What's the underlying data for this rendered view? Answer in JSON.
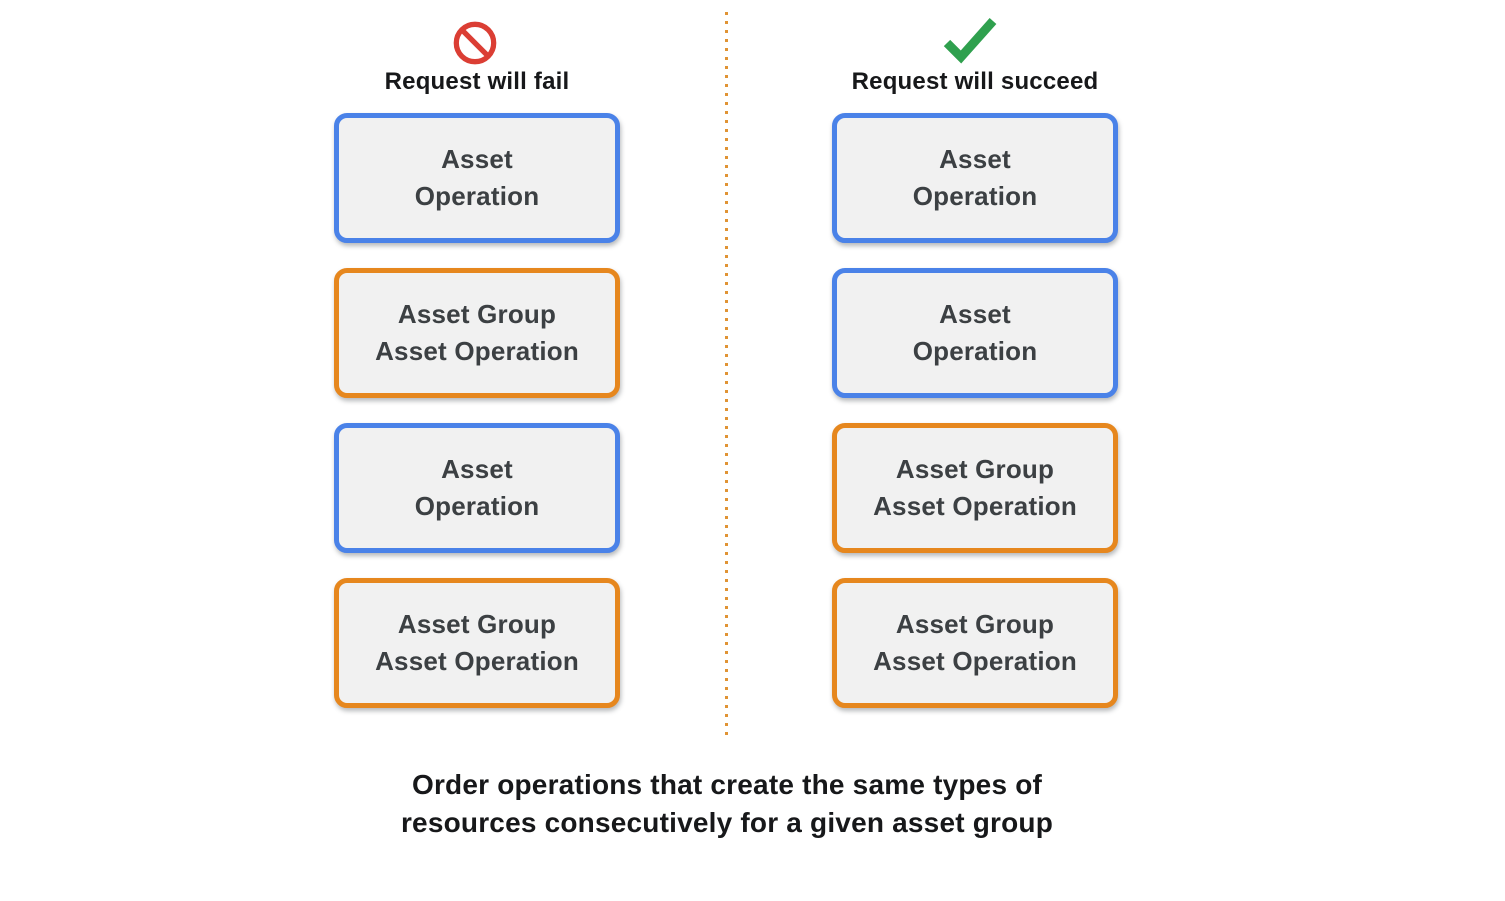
{
  "columns": [
    {
      "id": "fail",
      "icon": "prohibited-icon",
      "title": "Request will fail",
      "boxes": [
        {
          "type": "asset-operation",
          "lines": [
            "Asset",
            "Operation"
          ]
        },
        {
          "type": "asset-group-asset-operation",
          "lines": [
            "Asset Group",
            "Asset Operation"
          ]
        },
        {
          "type": "asset-operation",
          "lines": [
            "Asset",
            "Operation"
          ]
        },
        {
          "type": "asset-group-asset-operation",
          "lines": [
            "Asset Group",
            "Asset Operation"
          ]
        }
      ]
    },
    {
      "id": "succeed",
      "icon": "checkmark-icon",
      "title": "Request will succeed",
      "boxes": [
        {
          "type": "asset-operation",
          "lines": [
            "Asset",
            "Operation"
          ]
        },
        {
          "type": "asset-operation",
          "lines": [
            "Asset",
            "Operation"
          ]
        },
        {
          "type": "asset-group-asset-operation",
          "lines": [
            "Asset Group",
            "Asset Operation"
          ]
        },
        {
          "type": "asset-group-asset-operation",
          "lines": [
            "Asset Group",
            "Asset Operation"
          ]
        }
      ]
    }
  ],
  "caption": {
    "line1": "Order operations that create the same types of",
    "line2": "resources consecutively for a given asset group"
  },
  "colors": {
    "asset_operation_border": "#4A82E8",
    "asset_group_border": "#E6871E",
    "box_background": "#F1F1F1",
    "box_text": "#3C4043",
    "fail_icon_red": "#DB3E34",
    "success_icon_green": "#2FA04E",
    "divider_orange": "#E09334",
    "heading_text": "#17181A"
  }
}
